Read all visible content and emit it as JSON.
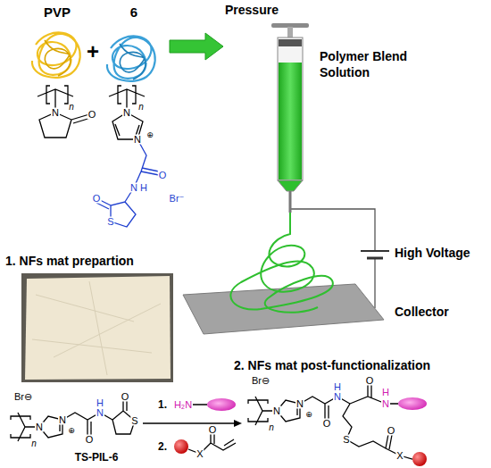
{
  "diagram": {
    "nodes": [
      {
        "text": [
          "PVP"
        ]
      },
      {
        "text": [
          "6"
        ]
      },
      {
        "text": [
          "Pressure"
        ]
      }
    ],
    "edges": [
      {
        "from": 1,
        "to": 2,
        "arrow": "to"
      }
    ],
    "labels": [
      "+",
      "Polymer Blend Solution",
      "High Voltage",
      "Collector",
      "1. NFs mat prepartion",
      "2. NFs mat post-functionalization",
      "TS-PIL-6",
      "n",
      "N",
      "O",
      "n",
      "N",
      "⊕",
      "N",
      "O",
      "N",
      "H",
      "O",
      "S",
      "Br⁻",
      "Br⊖",
      "n",
      "N",
      "⊕",
      "N",
      "O",
      "N",
      "H",
      "O",
      "S",
      "1.",
      "H₂N",
      "2.",
      "X",
      "O",
      "Br⊖",
      "n",
      "N",
      "⊕",
      "N",
      "O",
      "N",
      "H",
      "O",
      "N",
      "H",
      "S",
      "O",
      "X"
    ]
  }
}
